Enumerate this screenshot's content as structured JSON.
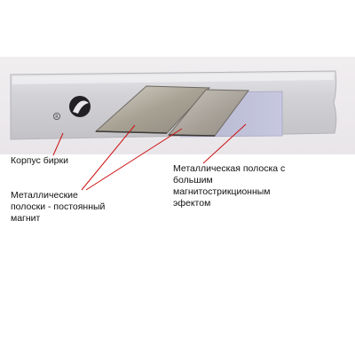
{
  "annotations": {
    "tag_body": "Корпус бирки",
    "magnet_strips": "Металлические\nполоски - постоянный\nмагнит",
    "magnetostrictive_strip": "Металлическая полоска с\nбольшим\nмагнитострикционным\nэфектом"
  },
  "colors": {
    "annotation_line": "#cc1111",
    "tag_casing": "#c9c8cc",
    "magnetostrictive_strip": "#bcbdda",
    "magnet_strip": "#a7a29a"
  },
  "icons": {
    "tag_logo": "circular-emblem-icon",
    "registered_mark": "registered-mark-icon"
  }
}
